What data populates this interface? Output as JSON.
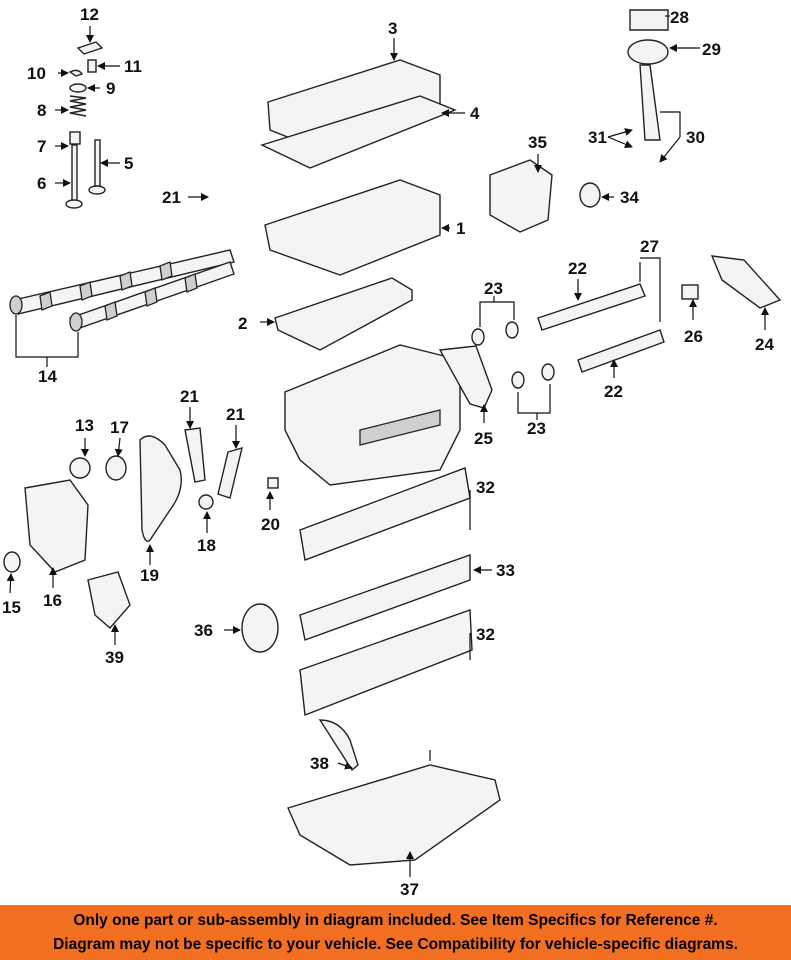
{
  "colors": {
    "banner_bg": "#f26f21",
    "banner_text": "#000000",
    "line": "#111111"
  },
  "callouts": [
    "1",
    "2",
    "3",
    "4",
    "5",
    "6",
    "7",
    "8",
    "9",
    "10",
    "11",
    "12",
    "13",
    "14",
    "15",
    "16",
    "17",
    "18",
    "19",
    "20",
    "21",
    "21",
    "21",
    "22",
    "22",
    "23",
    "23",
    "24",
    "25",
    "26",
    "27",
    "28",
    "29",
    "30",
    "31",
    "32",
    "32",
    "33",
    "34",
    "35",
    "36",
    "37",
    "38",
    "39"
  ],
  "disclaimer": {
    "line1": "Only one part or sub-assembly in diagram included. See Item Specifics for Reference #.",
    "line2": "Diagram may not be specific to your vehicle. See Compatibility for vehicle-specific diagrams."
  }
}
